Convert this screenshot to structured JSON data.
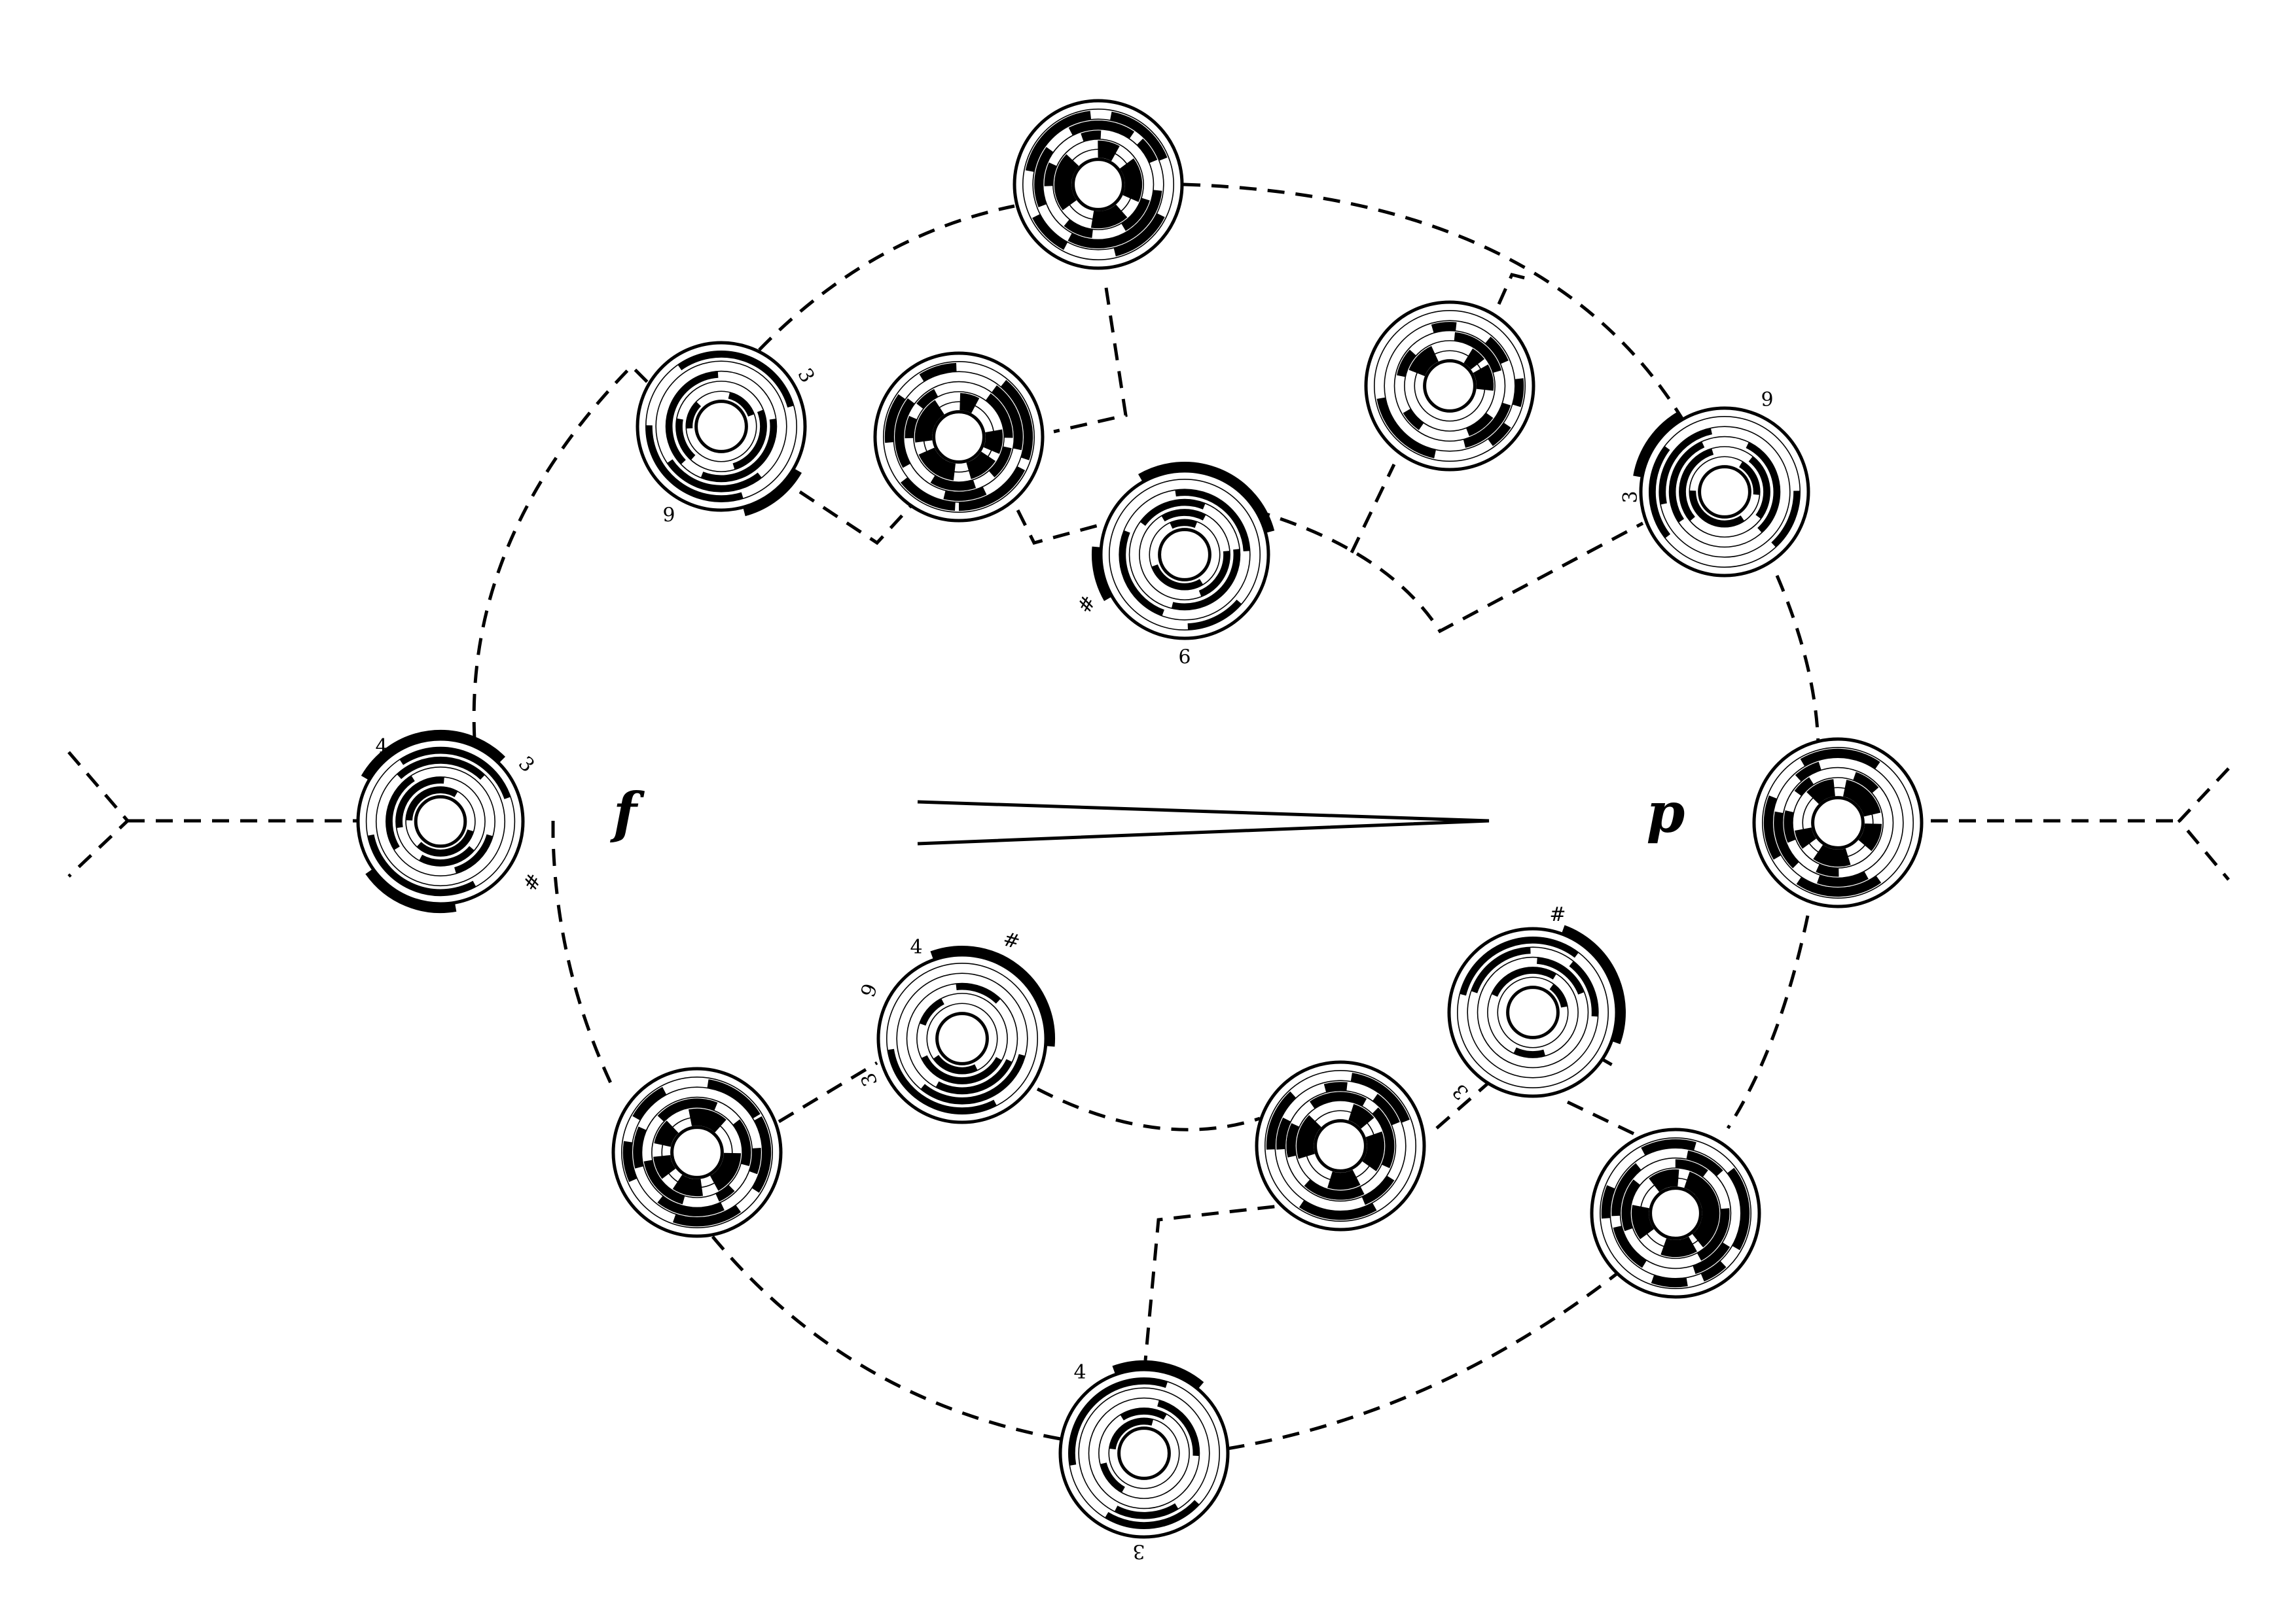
{
  "dynamics": {
    "start": "f",
    "end": "p"
  },
  "numerals": {
    "n1": "3",
    "n2": "6",
    "n3": "9",
    "n4": "9",
    "n5": "3",
    "n6": "4",
    "n7": "3",
    "n8": "9",
    "n9": "4",
    "n10": "3",
    "n11": "3",
    "n12": "4",
    "n13": "3"
  },
  "sharps": {
    "s1": "#",
    "s2": "#",
    "s3": "#",
    "s4": "#"
  }
}
